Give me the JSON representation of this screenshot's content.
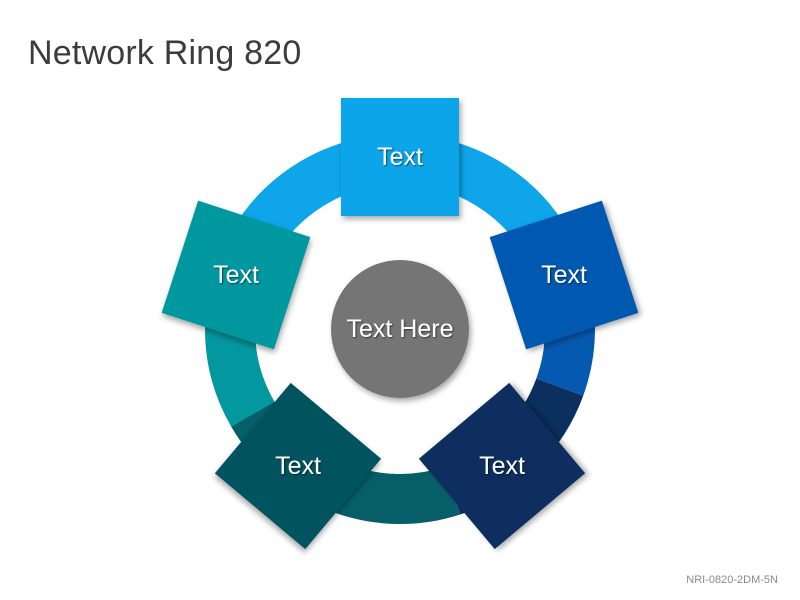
{
  "title": "Network Ring 820",
  "center": {
    "label": "Text Here",
    "color": "#757575"
  },
  "nodes": [
    {
      "label": "Text",
      "color": "#0ea5e9"
    },
    {
      "label": "Text",
      "color": "#0659b0"
    },
    {
      "label": "Text",
      "color": "#0b2f5e"
    },
    {
      "label": "Text",
      "color": "#04535e"
    },
    {
      "label": "Text",
      "color": "#03979f"
    }
  ],
  "ring_colors": [
    "#0ea5e9",
    "#0659b0",
    "#0b2f5e",
    "#065f68",
    "#03979f"
  ],
  "footer_code": "NRI-0820-2DM-5N"
}
